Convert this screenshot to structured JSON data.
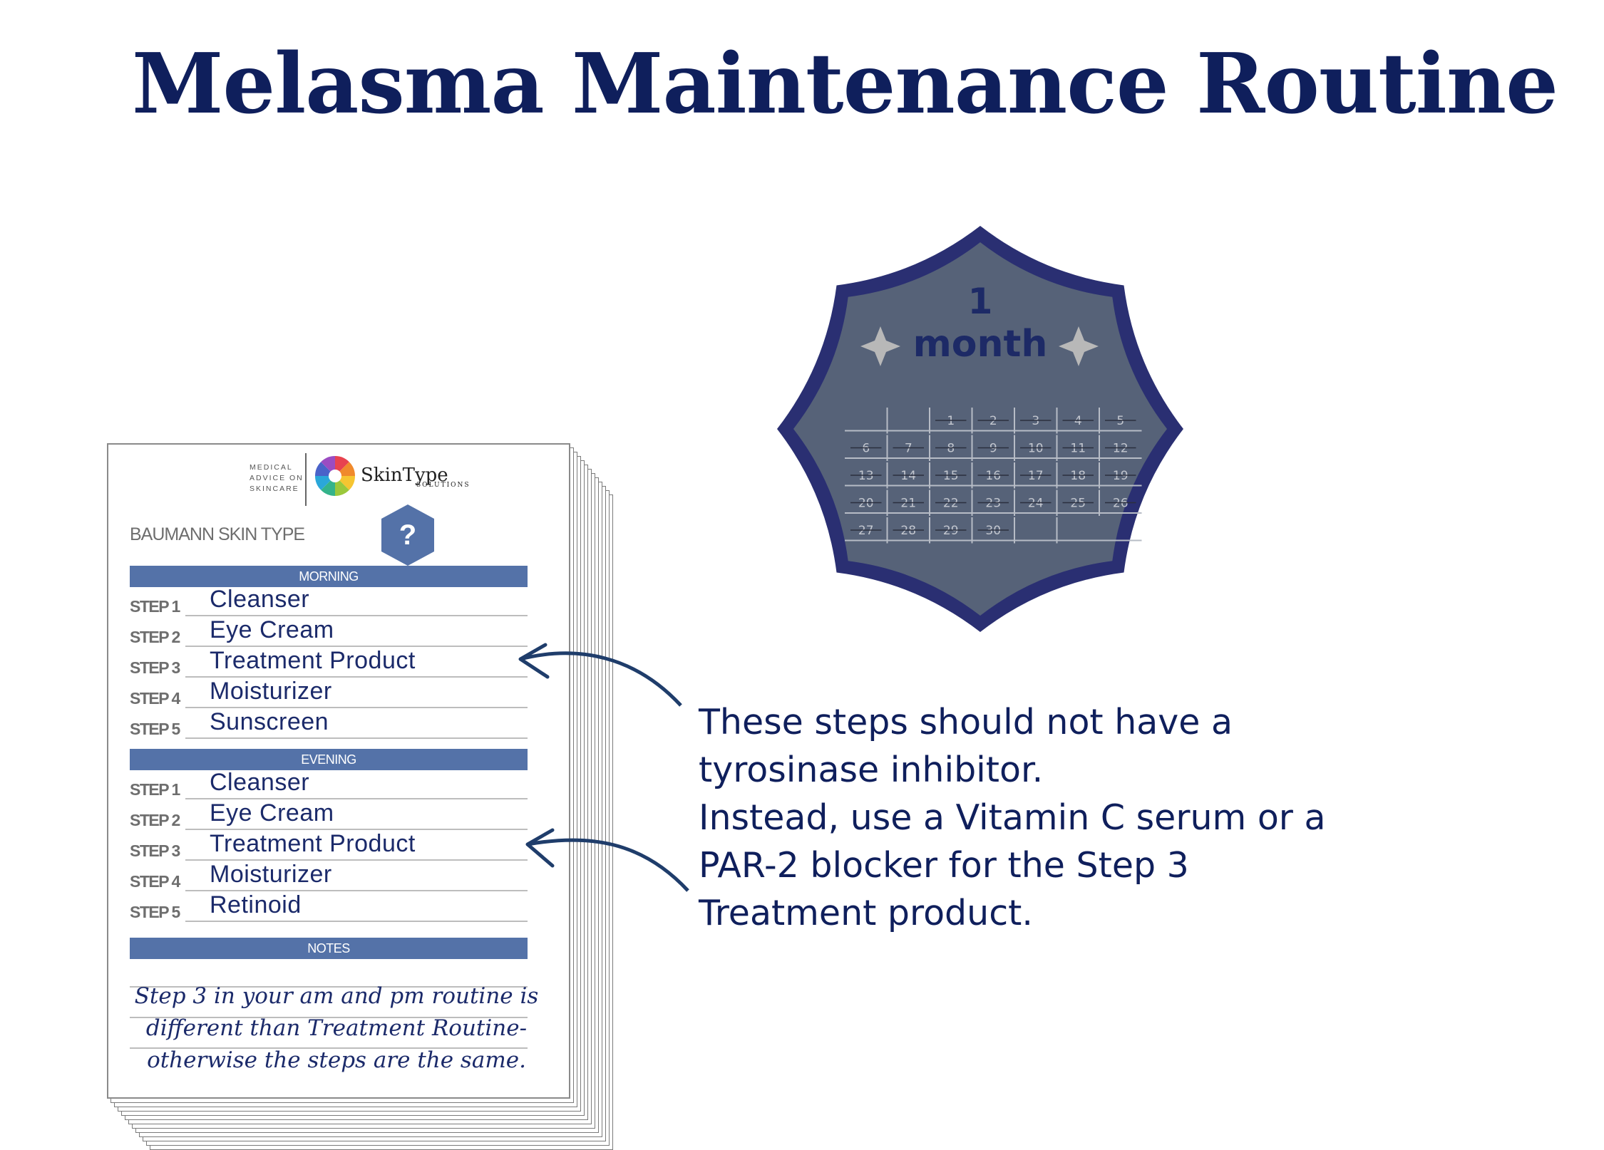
{
  "title": "Melasma Maintenance Routine",
  "card": {
    "logo": {
      "tagline_lines": [
        "MEDICAL",
        "ADVICE ON",
        "SKINCARE"
      ],
      "brand": "SkinType",
      "brand_sub": "SOLUTIONS"
    },
    "skin_type_label": "BAUMANN SKIN TYPE",
    "badge_symbol": "?",
    "morning": {
      "header": "MORNING",
      "steps": [
        {
          "label": "STEP 1",
          "value": "Cleanser"
        },
        {
          "label": "STEP 2",
          "value": "Eye Cream"
        },
        {
          "label": "STEP 3",
          "value": "Treatment Product"
        },
        {
          "label": "STEP 4",
          "value": "Moisturizer"
        },
        {
          "label": "STEP 5",
          "value": "Sunscreen"
        }
      ]
    },
    "evening": {
      "header": "EVENING",
      "steps": [
        {
          "label": "STEP 1",
          "value": "Cleanser"
        },
        {
          "label": "STEP 2",
          "value": "Eye Cream"
        },
        {
          "label": "STEP 3",
          "value": "Treatment Product"
        },
        {
          "label": "STEP 4",
          "value": "Moisturizer"
        },
        {
          "label": "STEP 5",
          "value": "Retinoid"
        }
      ]
    },
    "notes": {
      "header": "NOTES",
      "lines": [
        "Step 3 in your am and pm routine is",
        "different than Treatment Routine-",
        "otherwise the steps are the same."
      ]
    }
  },
  "calendar": {
    "number": "1",
    "unit": "month",
    "days": [
      "",
      "",
      "1",
      "2",
      "3",
      "4",
      "5",
      "6",
      "7",
      "8",
      "9",
      "10",
      "11",
      "12",
      "13",
      "14",
      "15",
      "16",
      "17",
      "18",
      "19",
      "20",
      "21",
      "22",
      "23",
      "24",
      "25",
      "26",
      "27",
      "28",
      "29",
      "30",
      "",
      ""
    ],
    "colors": {
      "fill": "#566278",
      "border": "#2a2f72",
      "text": "#1d2a66",
      "grid": "#b7bcc6",
      "star": "#b8b8b8"
    }
  },
  "info_lines": [
    "These steps should not have a",
    "tyrosinase inhibitor.",
    "Instead, use a Vitamin C serum or a",
    "PAR-2 blocker for the Step 3",
    "Treatment product."
  ],
  "colors": {
    "title": "#0f1f5c",
    "bar": "#5472a8",
    "step_value": "#1b2a6a",
    "arrow": "#1f3d6b"
  }
}
